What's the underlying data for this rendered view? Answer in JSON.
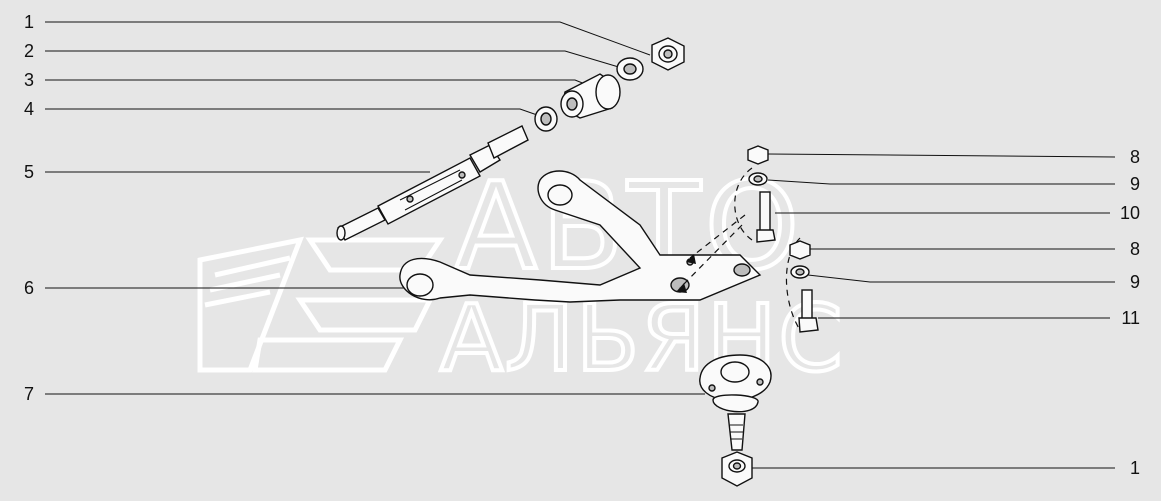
{
  "watermark": {
    "line1": "АВТО",
    "line2": "АЛЬЯНС"
  },
  "callouts": [
    {
      "id": "c1-top",
      "text": "1"
    },
    {
      "id": "c2",
      "text": "2"
    },
    {
      "id": "c3",
      "text": "3"
    },
    {
      "id": "c4",
      "text": "4"
    },
    {
      "id": "c5",
      "text": "5"
    },
    {
      "id": "c6",
      "text": "6"
    },
    {
      "id": "c7",
      "text": "7"
    },
    {
      "id": "c8-upper",
      "text": "8"
    },
    {
      "id": "c9-upper",
      "text": "9"
    },
    {
      "id": "c10",
      "text": "10"
    },
    {
      "id": "c8-lower",
      "text": "8"
    },
    {
      "id": "c9-lower",
      "text": "9"
    },
    {
      "id": "c11",
      "text": "11"
    },
    {
      "id": "c1-bottom",
      "text": "1"
    }
  ]
}
